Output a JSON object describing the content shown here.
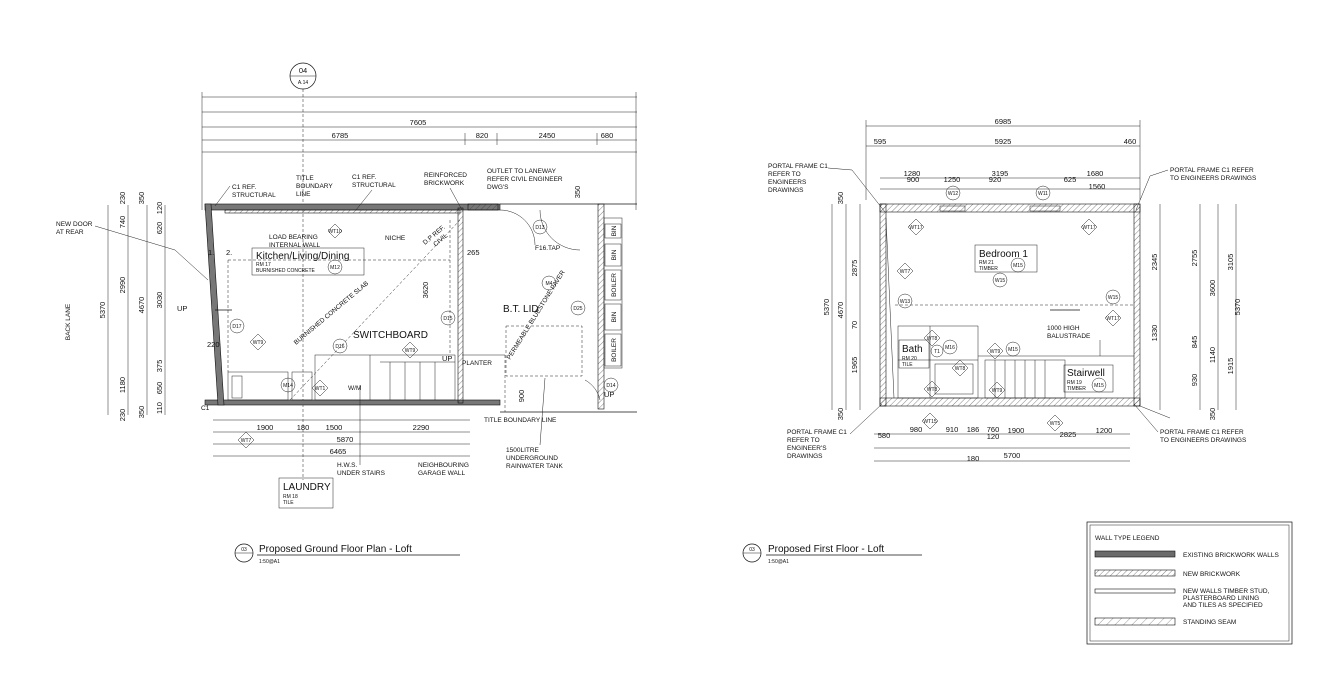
{
  "ground_plan": {
    "grid_bubble": {
      "number": "04",
      "ref": "A.14"
    },
    "title": "Proposed Ground Floor Plan - Loft",
    "view_num": "03",
    "scale": "1:50@A1",
    "top_dims": {
      "overall": "7605",
      "a": "6785",
      "b": "820",
      "c": "2450",
      "d": "680"
    },
    "left_dims": {
      "v1": "5370",
      "v2": "2990",
      "v3": "1180",
      "v4": "230",
      "v5": "4670",
      "v6": "3030",
      "v7": "650",
      "v8": "375",
      "v9": "740",
      "v10": "230",
      "v11": "350",
      "v12": "620",
      "v13": "120",
      "v14": "350",
      "v15": "110",
      "v16": "230"
    },
    "bottom_dims": {
      "a": "1900",
      "b": "180",
      "c": "1500",
      "d": "5870",
      "e": "6465",
      "f": "2290"
    },
    "inner_dims": {
      "a": "3620",
      "b": "265",
      "c": "900",
      "d": "220",
      "e": "350"
    },
    "notes": {
      "c1_ref_left": "C1 REF.\nSTRUCTURAL",
      "title_boundary": "TITLE\nBOUNDARY\nLINE",
      "c1_ref_mid": "C1 REF.\nSTRUCTURAL",
      "reinforced": "REINFORCED\nBRICKWORK",
      "outlet": "OUTLET TO LANEWAY\nREFER CIVIL ENGINEER\nDWG'S",
      "new_door": "NEW DOOR\nAT REAR",
      "back_lane": "BACK LANE",
      "load_bearing": "LOAD BEARING\nINTERNAL WALL",
      "niche": "NICHE",
      "slab": "BURNISHED CONCRETE SLAB",
      "dp_ref": "D.P REF.\nCIVIL",
      "f16": "F16.TAP",
      "bt_lid": "B.T. LID",
      "paver": "PERMEABLE BLUESTONE PAVER",
      "switchboard": "SWITCHBOARD",
      "up1": "UP",
      "up2": "UP",
      "up3": "UP",
      "planter": "PLANTER",
      "wm": "W/M",
      "title_boundary_bottom": "TITLE BOUNDARY LINE",
      "tank": "1500LITRE\nUNDERGROUND\nRAINWATER TANK",
      "hws": "H.W.S.\nUNDER STAIRS",
      "garage_wall": "NEIGHBOURING\nGARAGE WALL",
      "c1_small": "C1",
      "one": "1.",
      "two": "2."
    },
    "rooms": {
      "kitchen": {
        "name": "Kitchen/Living/Dining",
        "num": "RM 17",
        "finish": "BURNISHED CONCRETE"
      },
      "laundry": {
        "name": "LAUNDRY",
        "num": "RM 18",
        "finish": "TILE"
      }
    },
    "bins": [
      "BIN",
      "BIN",
      "BOILER",
      "BIN",
      "BOILER"
    ],
    "tags": {
      "wt10": "WT10",
      "wt9a": "WT9",
      "wt9b": "WT9",
      "wt7": "WT7",
      "wt1": "WT1",
      "m12": "M12",
      "m14": "M14",
      "m4": "M4",
      "d13": "D13",
      "d15": "D15",
      "d16": "D16",
      "d17": "D17",
      "d25": "D25",
      "d14": "D14"
    }
  },
  "first_plan": {
    "title": "Proposed First Floor - Loft",
    "view_num": "03",
    "scale": "1:50@A1",
    "top_dims": {
      "overall": "6985",
      "a": "595",
      "b": "5925",
      "c": "460",
      "d": "1280",
      "e": "900",
      "f": "1250",
      "g": "3195",
      "h": "920",
      "i": "1680",
      "j": "625",
      "k": "1560"
    },
    "left_dims": {
      "a": "5370",
      "b": "4670",
      "c": "2875",
      "d": "1965",
      "e": "350",
      "f": "70",
      "g": "350"
    },
    "right_dims": {
      "a": "2345",
      "b": "1330",
      "c": "2755",
      "d": "3600",
      "e": "3105",
      "f": "5370",
      "g": "845",
      "h": "1140",
      "i": "930",
      "j": "1915",
      "k": "350"
    },
    "bottom_dims": {
      "a": "580",
      "b": "980",
      "c": "910",
      "d": "186",
      "e": "760",
      "f": "120",
      "g": "1900",
      "h": "2825",
      "i": "1200",
      "j": "180",
      "k": "5700"
    },
    "notes": {
      "portal_tl": "PORTAL FRAME C1\nREFER TO\nENGINEERS\nDRAWINGS",
      "portal_tr": "PORTAL FRAME C1 REFER\nTO ENGINEERS DRAWINGS",
      "portal_bl": "PORTAL FRAME C1\nREFER TO\nENGINEER'S\nDRAWINGS",
      "portal_br": "PORTAL FRAME C1 REFER\nTO ENGINEERS DRAWINGS",
      "balustrade": "1000 HIGH\nBALUSTRADE"
    },
    "rooms": {
      "bedroom": {
        "name": "Bedroom 1",
        "num": "RM 21",
        "finish": "TIMBER"
      },
      "bath": {
        "name": "Bath",
        "num": "RM 20",
        "finish": "TILE"
      },
      "stairwell": {
        "name": "Stairwell",
        "num": "RM 19",
        "finish": "TIMBER"
      }
    },
    "tags": {
      "w12": "W12",
      "w11": "W11",
      "wt17a": "WT17",
      "wt17b": "WT17",
      "wt17c": "WT17",
      "wt7": "WT7",
      "w13": "W13",
      "w15a": "W15",
      "w15b": "W15",
      "m15a": "M15",
      "m15b": "M15",
      "m15c": "M15",
      "m16": "M16",
      "wt8a": "WT8",
      "wt8b": "WT8",
      "wt8c": "WT8",
      "t1": "T1",
      "wt9a": "WT9",
      "wt9b": "WT9",
      "wt5": "WT5",
      "wt15": "WT15"
    }
  },
  "legend": {
    "title": "WALL TYPE LEGEND",
    "items": [
      "EXISTING BRICKWORK WALLS",
      "NEW BRICKWORK",
      "NEW WALLS TIMBER STUD,\nPLASTERBOARD LINING\nAND TILES AS SPECIFIED",
      "STANDING SEAM"
    ]
  },
  "colors": {
    "line": "#111111",
    "existing_wall": "#6b6b6b",
    "background": "#ffffff"
  }
}
